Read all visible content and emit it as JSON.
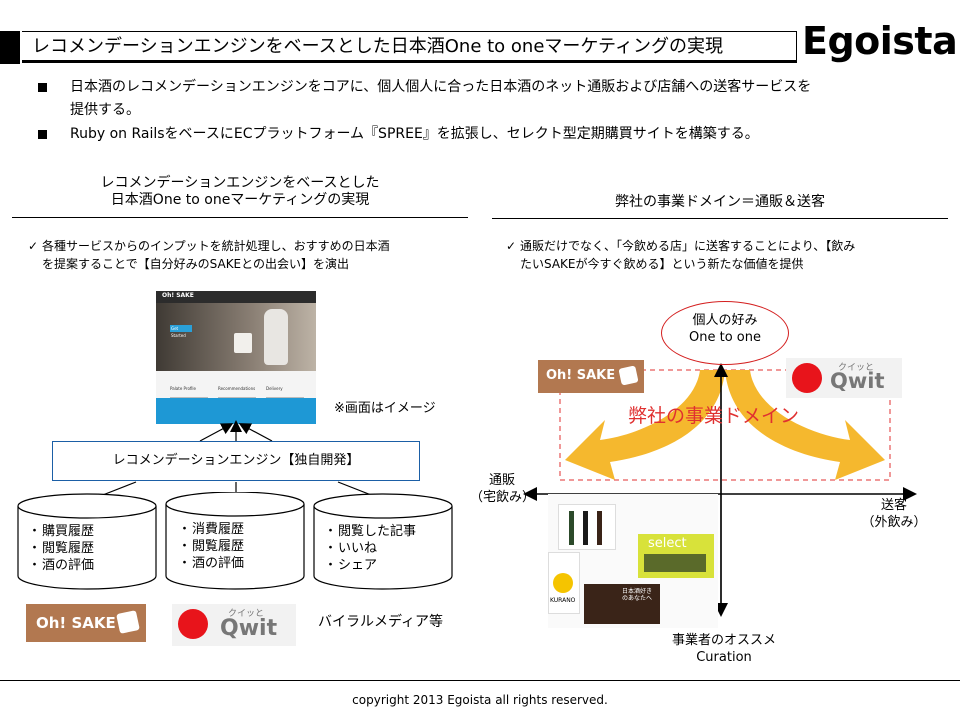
{
  "header": {
    "title": "レコメンデーションエンジンをベースとした日本酒One to oneマーケティングの実現",
    "logo": "Egoista"
  },
  "bullets": [
    "日本酒のレコメンデーションエンジンをコアに、個人個人に合った日本酒のネット通販および店舗への送客サービスを",
    "提供する。",
    "Ruby on RailsをベースにECプラットフォーム『SPREE』を拡張し、セレクト型定期購買サイトを構築する。"
  ],
  "left": {
    "title_line1": "レコメンデーションエンジンをベースとした",
    "title_line2": "日本酒One to oneマーケティングの実現",
    "check_line1": "各種サービスからのインプットを統計処理し、おすすめの日本酒",
    "check_line2": "を提案することで【自分好みのSAKEとの出会い】を演出",
    "screenshot": {
      "brand": "Oh! SAKE",
      "button": "Get Started",
      "features": [
        "Palate Profile",
        "Recommendations",
        "Delivery"
      ]
    },
    "note": "※画面はイメージ",
    "engine": "レコメンデーションエンジン【独自開発】",
    "databases": [
      {
        "items": [
          "購買履歴",
          "閲覧履歴",
          "酒の評価"
        ]
      },
      {
        "items": [
          "消費履歴",
          "閲覧履歴",
          "酒の評価"
        ]
      },
      {
        "items": [
          "閲覧した記事",
          "いいね",
          "シェア"
        ]
      }
    ],
    "logos": {
      "ohsake": "Oh! SAKE",
      "qwit_small": "クイッと",
      "qwit": "Qwit"
    },
    "viral_media": "バイラルメディア等"
  },
  "right": {
    "title": "弊社の事業ドメイン＝通販＆送客",
    "check_line1": "通販だけでなく、「今飲める店」に送客することにより、【飲み",
    "check_line2": "たいSAKEが今すぐ飲める】という新たな価値を提供",
    "bubble_line1": "個人の好み",
    "bubble_line2": "One to one",
    "domain_label": "弊社の事業ドメイン",
    "left_axis_line1": "通販",
    "left_axis_line2": "（宅飲み）",
    "right_axis_line1": "送客",
    "right_axis_line2": "（外飲み）",
    "bottom_line1": "事業者のオススメ",
    "bottom_line2": "Curation",
    "logos": {
      "ohsake": "Oh! SAKE",
      "qwit_small": "クイッと",
      "qwit": "Qwit"
    },
    "thumbs": {
      "select": "select",
      "kurano": "KURANO",
      "jp_book": "日本酒好きのあなたへ"
    }
  },
  "footer": {
    "copyright": "copyright 2013 Egoista all rights reserved."
  },
  "colors": {
    "accent_red": "#e03030",
    "arrow_yellow": "#f5b82e",
    "ohsake_brown": "#b27850",
    "qwit_red": "#e8141b",
    "engine_border": "#1b5fa6",
    "site_blue": "#1e98d5"
  }
}
